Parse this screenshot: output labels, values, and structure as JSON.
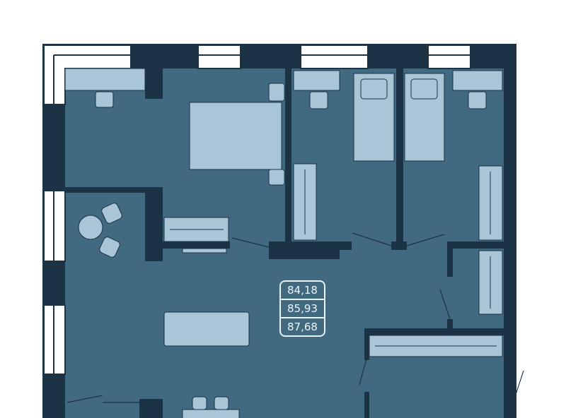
{
  "floor_plan": {
    "areas": [
      "84,18",
      "85,93",
      "87,68"
    ],
    "colors": {
      "floor": "#41697f",
      "wall": "#1b3345",
      "furniture": "#a9c6d6",
      "window": "#ffffff"
    }
  }
}
